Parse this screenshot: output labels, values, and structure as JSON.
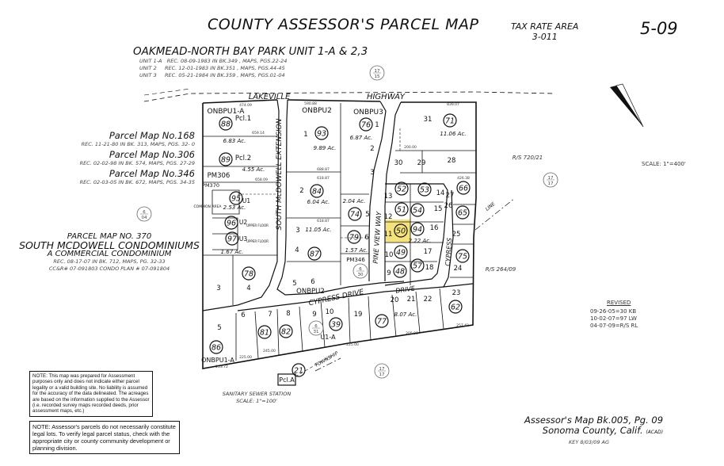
{
  "header": {
    "title": "COUNTY ASSESSOR'S PARCEL MAP",
    "tax_rate_area_label": "TAX RATE AREA",
    "tax_rate_area": "3-011",
    "map_page": "5-09"
  },
  "subdivision": {
    "name": "OAKMEAD-NORTH BAY PARK UNIT 1-A & 2,3",
    "units": [
      "UNIT 1-A   REC. 08-09-1983 IN BK.349 , MAPS, PGS.22-24",
      "UNIT 2     REC. 12-01-1983 IN BK.351 , MAPS, PGS.44-45",
      "UNIT 3     REC. 05-21-1984 IN BK.359 , MAPS, PGS.01-04"
    ]
  },
  "parcel_maps": [
    {
      "name": "Parcel Map No.168",
      "rec": "REC. 11-21-80 IN BK. 313, MAPS, PGS. 32- 0"
    },
    {
      "name": "Parcel Map No.306",
      "rec": "REC. 02-02-98 IN BK. 574, MAPS, PGS. 27-29"
    },
    {
      "name": "Parcel Map No.346",
      "rec": "REC. 02-03-05 IN BK. 672, MAPS, PGS. 34-35"
    }
  ],
  "pm370": {
    "line1": "PARCEL MAP NO. 370",
    "line2": "SOUTH MCDOWELL CONDOMINIUMS",
    "line3": "A COMMERCIAL CONDOMINIUM",
    "line4": "REC. 08-17-07 IN BK. 712, MAPS, PG. 32-33",
    "line5": "CC&R# 07-091803 CONDO PLAN # 07-091804"
  },
  "notes": {
    "note1": "NOTE: This map was prepared for Assessment purposes only and does not indicate either parcel legality or a valid building site. No liability is assumed for the accuracy of the data delineated. The acreages are based on the information supplied to the Assessor (i.e. recorded survey maps recorded deeds, prior assessment maps, etc.)",
    "note2": "NOTE:    Assessor's parcels do not necessarily constitute legal lots. To verify legal parcel status, check with the appropriate city or county community development or planning division."
  },
  "revised": {
    "label": "REVISED",
    "entries": [
      "09-26-05=30 KB",
      "10-02-07=97 LW",
      "04-07-09=R/S RL"
    ]
  },
  "footer": {
    "book_page": "Assessor's Map Bk.005, Pg. 09",
    "county": "Sonoma County, Calif.",
    "acad": "(ACAD)",
    "key": "KEY 8/03/09 AG"
  },
  "scale": "SCALE: 1\"=400'",
  "map": {
    "streets": [
      "LAKEVILLE",
      "HIGHWAY",
      "SOUTH McDOWELL EXTENSION",
      "PINE VIEW WAY",
      "CYPRESS",
      "DRIVE",
      "CYPRESS DRIVE",
      "TOWNSHIP",
      "LINE"
    ],
    "circled_parcels": [
      "88",
      "93",
      "89",
      "84",
      "95",
      "96",
      "97",
      "87",
      "78",
      "76",
      "71",
      "74",
      "79",
      "52",
      "53",
      "66",
      "51",
      "54",
      "65",
      "50",
      "94",
      "49",
      "57",
      "75",
      "48",
      "62",
      "81",
      "82",
      "39",
      "77",
      "86",
      "21"
    ],
    "highlighted_parcel": "50",
    "highlight_color": "#f5e27a",
    "lot_numbers": [
      "1",
      "2",
      "3",
      "4",
      "5",
      "6",
      "1",
      "2",
      "3",
      "5",
      "6",
      "31",
      "30",
      "29",
      "28",
      "13",
      "14",
      "27",
      "12",
      "15",
      "26",
      "11",
      "16",
      "25",
      "10",
      "17",
      "9",
      "18",
      "24",
      "23",
      "22",
      "21",
      "20",
      "19",
      "10",
      "9",
      "8",
      "7",
      "6",
      "5",
      "3",
      "4"
    ],
    "acreages": [
      "6.83 Ac.",
      "9.89 Ac.",
      "4.55 Ac.",
      "6.04 Ac.",
      "2.53 Ac.",
      "11.05 Ac.",
      "1.67 Ac.",
      "6.87 Ac.",
      "11.06 Ac.",
      "2.04 Ac.",
      "1.57 Ac.",
      "2.22 Ac.",
      "8.07 Ac."
    ],
    "area_labels": [
      "ONBPU1-A",
      "ONBPU2",
      "ONBPU3",
      "Pcl.1",
      "Pcl.2",
      "PM306",
      "PM370",
      "U1",
      "U2",
      "U3",
      "COMMON AREA",
      "UPPER FLOOR",
      "UPPER FLOOR",
      "ONBPU2",
      "PM346",
      "U1-A",
      "ONBPU1-A",
      "Pcl.A"
    ],
    "map_refs": [
      [
        "17",
        "15"
      ],
      [
        "6",
        "04"
      ],
      [
        "6",
        "30"
      ],
      [
        "6",
        "31"
      ],
      [
        "17",
        "17"
      ],
      [
        "17",
        "17"
      ]
    ],
    "record_surveys": [
      "R/S 720/21",
      "R/S 264/09"
    ],
    "dimensions": [
      "474.09",
      "590.88",
      "839.07",
      "659.14",
      "658.09",
      "688.87",
      "618.87",
      "618.87",
      "426.38",
      "200.00",
      "245.00",
      "225.00",
      "225.00",
      "205.00",
      "253.72",
      "257.42"
    ],
    "sewer_station": "SANITARY SEWER STATION",
    "sewer_scale": "SCALE: 1\"=100'"
  }
}
